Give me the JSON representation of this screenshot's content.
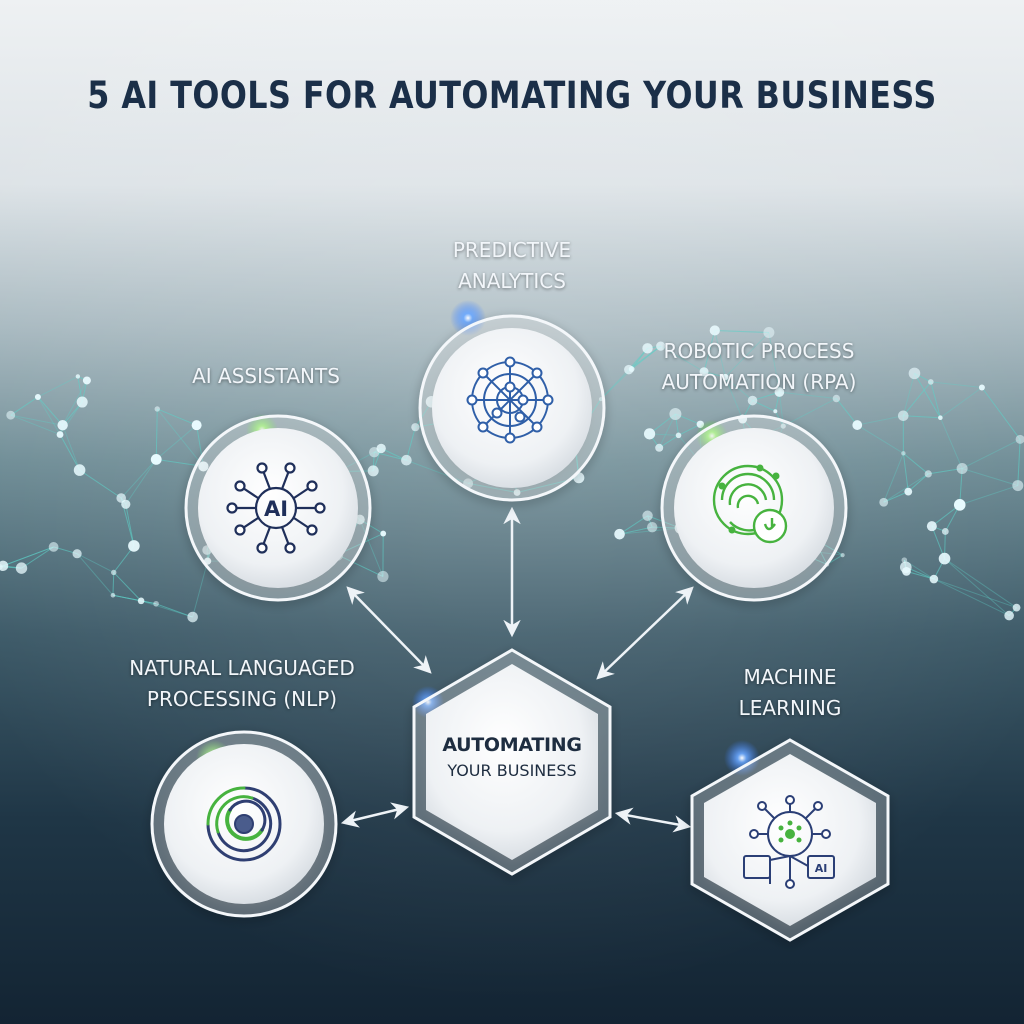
{
  "title": "5 AI TOOLS FOR AUTOMATING YOUR BUSINESS",
  "center": {
    "line1": "AUTOMATING",
    "line2": "YOUR BUSINESS"
  },
  "tools": {
    "predictive": {
      "line1": "PREDICTIVE",
      "line2": "ANALYTICS"
    },
    "assistants": {
      "line1": "AI ASSISTANTS",
      "icon_text": "AI"
    },
    "rpa": {
      "line1": "ROBOTIC PROCESS",
      "line2": "AUTOMATION (RPA)"
    },
    "nlp": {
      "line1": "NATURAL LANGUAGED",
      "line2": "PROCESSING (NLP)"
    },
    "ml": {
      "line1": "MACHINE",
      "line2": "LEARNING",
      "icon_text": "AI"
    }
  },
  "colors": {
    "title": "#1b2f48",
    "icon_blue": "#2f5fa8",
    "icon_green": "#47b33f",
    "icon_navy": "#1f2f5a",
    "network": "#5fd0c8"
  },
  "icons": [
    "ai-chip-icon",
    "network-globe-icon",
    "robotic-gear-icon",
    "concentric-arcs-icon",
    "neural-node-icon"
  ]
}
